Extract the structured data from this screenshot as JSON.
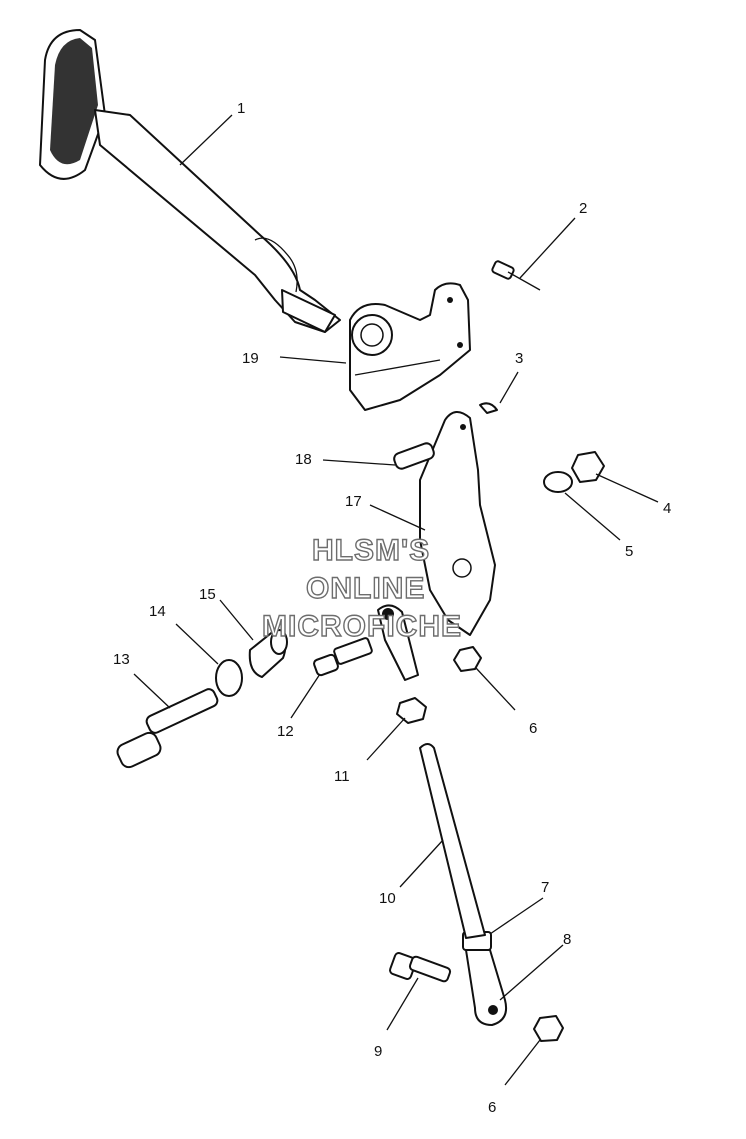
{
  "diagram": {
    "callouts": [
      "1",
      "2",
      "3",
      "4",
      "5",
      "6",
      "6",
      "7",
      "8",
      "9",
      "10",
      "11",
      "12",
      "13",
      "14",
      "15",
      "17",
      "18",
      "19"
    ],
    "watermark": [
      "HLSM'S",
      "ONLINE",
      "MICROFICHE"
    ]
  }
}
